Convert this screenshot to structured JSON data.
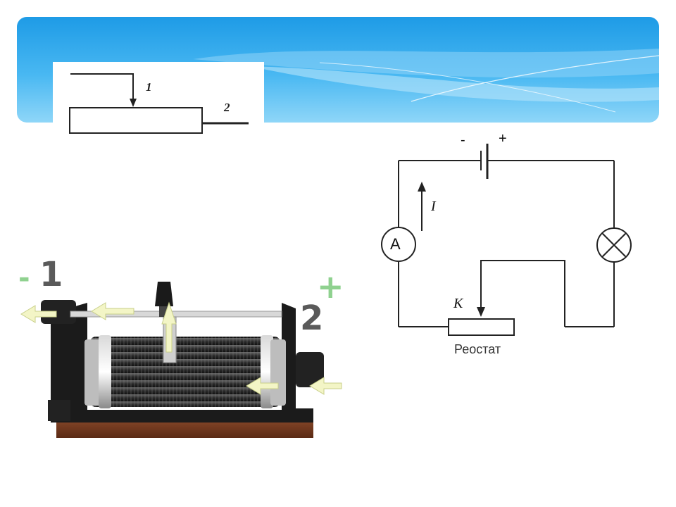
{
  "symbol": {
    "label_slider": "1",
    "label_terminal": "2"
  },
  "circuit": {
    "battery_minus": "-",
    "battery_plus": "+",
    "current_label": "I",
    "ammeter_label": "A",
    "slider_label": "K",
    "rheostat_caption": "Реостат"
  },
  "rheostat_device": {
    "left_sign": "-",
    "left_number": "1",
    "right_sign": "+",
    "right_number": "2",
    "label_color": "#5a5a5a",
    "plus_color": "#8fd18f",
    "minus_color": "#8fd18f",
    "arrow_color": "#f3f5c6"
  },
  "theme": {
    "banner_top": "#1e9be6",
    "banner_bottom": "#8fd6f8"
  }
}
